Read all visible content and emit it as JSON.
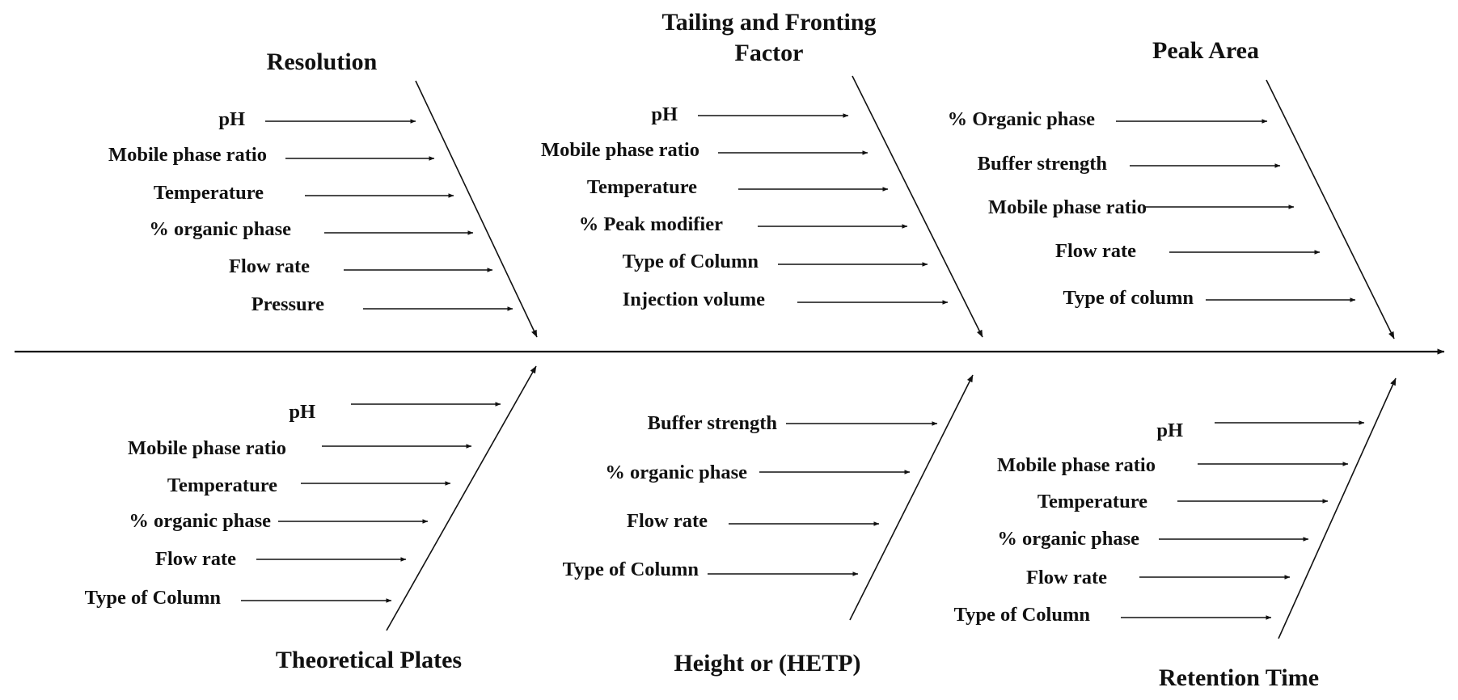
{
  "categories": [
    {
      "name_lines": [
        "Resolution"
      ],
      "causes": [
        "pH",
        "Mobile phase ratio",
        "Temperature",
        "% organic phase",
        "Flow rate",
        "Pressure"
      ]
    },
    {
      "name_lines": [
        "Tailing and Fronting",
        "Factor"
      ],
      "causes": [
        "pH",
        "Mobile phase ratio",
        "Temperature",
        "% Peak modifier",
        "Type of Column",
        "Injection  volume"
      ]
    },
    {
      "name_lines": [
        "Peak Area"
      ],
      "causes": [
        "% Organic phase",
        "Buffer strength",
        "Mobile phase ratio",
        "Flow rate",
        "Type of column"
      ]
    },
    {
      "name_lines": [
        "Theoretical Plates"
      ],
      "causes": [
        "pH",
        "Mobile phase ratio",
        "Temperature",
        "% organic phase",
        "Flow rate",
        "Type of Column"
      ]
    },
    {
      "name_lines": [
        "Height or (HETP)"
      ],
      "causes": [
        "Buffer strength",
        "% organic phase",
        "Flow rate",
        "Type of Column"
      ]
    },
    {
      "name_lines": [
        "Retention Time"
      ],
      "causes": [
        "pH",
        "Mobile phase ratio",
        "Temperature",
        "% organic phase",
        "Flow rate",
        "Type of Column"
      ]
    }
  ]
}
